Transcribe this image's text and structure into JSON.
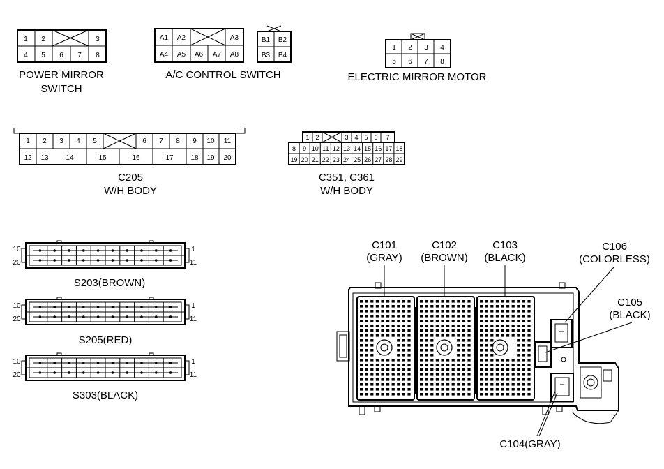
{
  "connectors": {
    "power_mirror_switch": {
      "label_lines": [
        "POWER MIRROR",
        "SWITCH"
      ],
      "row1": [
        "1",
        "2",
        "3"
      ],
      "row2": [
        "4",
        "5",
        "6",
        "7",
        "8"
      ]
    },
    "ac_control_switch": {
      "label": "A/C CONTROL SWITCH",
      "row1": [
        "A1",
        "A2",
        "A3"
      ],
      "row2": [
        "A4",
        "A5",
        "A6",
        "A7",
        "A8"
      ],
      "b_row1": [
        "B1",
        "B2"
      ],
      "b_row2": [
        "B3",
        "B4"
      ]
    },
    "electric_mirror_motor": {
      "label": "ELECTRIC MIRROR MOTOR",
      "row1": [
        "1",
        "2",
        "3",
        "4"
      ],
      "row2": [
        "5",
        "6",
        "7",
        "8"
      ]
    },
    "c205": {
      "label_lines": [
        "C205",
        "W/H BODY"
      ],
      "row1": [
        "1",
        "2",
        "3",
        "4",
        "5",
        "6",
        "7",
        "8",
        "9",
        "10",
        "11"
      ],
      "row2": [
        "12",
        "13",
        "14",
        "15",
        "16",
        "17",
        "18",
        "19",
        "20"
      ]
    },
    "c351_c361": {
      "label_lines": [
        "C351, C361",
        "W/H BODY"
      ],
      "row1": [
        "1",
        "2",
        "3",
        "4",
        "5",
        "6",
        "7"
      ],
      "row2": [
        "8",
        "9",
        "10",
        "11",
        "12",
        "13",
        "14",
        "15",
        "16",
        "17",
        "18"
      ],
      "row3": [
        "19",
        "20",
        "21",
        "22",
        "23",
        "24",
        "25",
        "26",
        "27",
        "28",
        "29"
      ]
    },
    "splices": [
      {
        "label": "S203(BROWN)",
        "left_top": "10",
        "left_bottom": "20",
        "right_top": "1",
        "right_bottom": "11"
      },
      {
        "label": "S205(RED)",
        "left_top": "10",
        "left_bottom": "20",
        "right_top": "1",
        "right_bottom": "11"
      },
      {
        "label": "S303(BLACK)",
        "left_top": "10",
        "left_bottom": "20",
        "right_top": "1",
        "right_bottom": "11"
      }
    ]
  },
  "junction_block": {
    "c101": [
      "C101",
      "(GRAY)"
    ],
    "c102": [
      "C102",
      "(BROWN)"
    ],
    "c103": [
      "C103",
      "(BLACK)"
    ],
    "c106": [
      "C106",
      "(COLORLESS)"
    ],
    "c105": [
      "C105",
      "(BLACK)"
    ],
    "c104": "C104(GRAY)"
  }
}
